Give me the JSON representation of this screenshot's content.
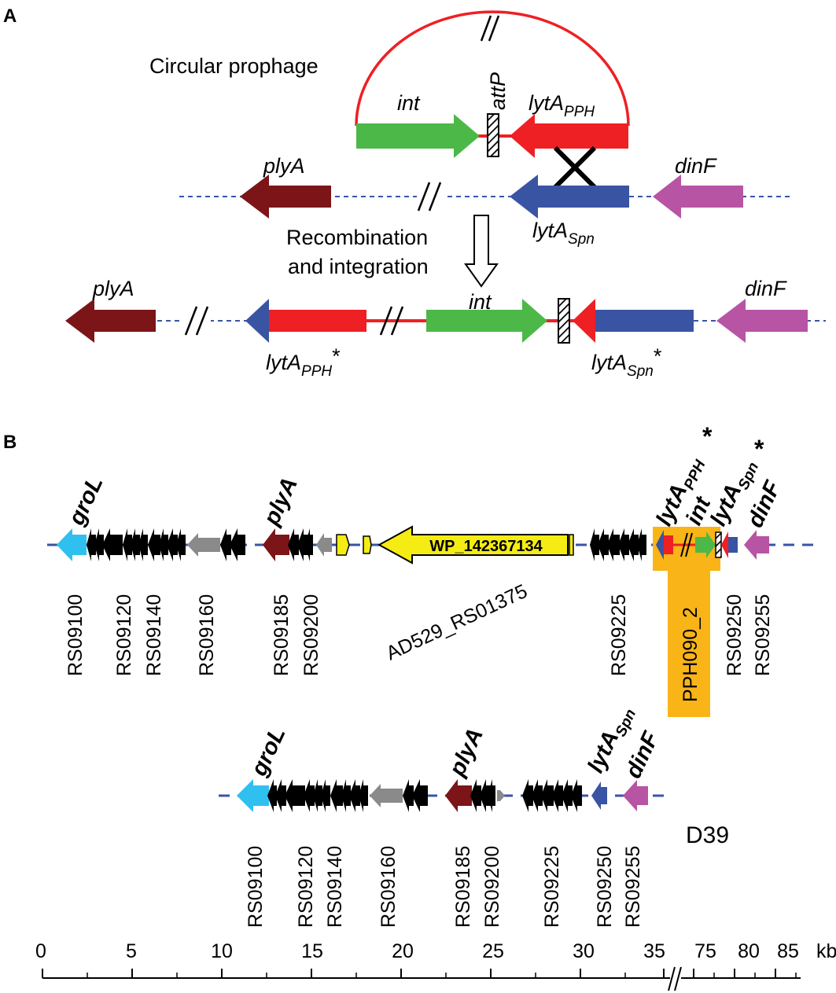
{
  "panel_a": {
    "panel_label": "A",
    "circular_label": "Circular prophage",
    "recomb_label_1": "Recombination",
    "recomb_label_2": "and integration",
    "genes": {
      "int": "int",
      "attP": "attP",
      "lytA": "lytA",
      "pph_sub": "PPH",
      "spn_sub": "Spn",
      "plyA": "plyA",
      "dinF": "dinF",
      "star": "*"
    },
    "colors": {
      "int": "#4cb848",
      "lytA_pph": "#ee2024",
      "lytA_spn": "#3a54a4",
      "plyA": "#7b1518",
      "dinF": "#b854a4",
      "backbone": "#3a54a4",
      "prophage_arc": "#ee2024"
    }
  },
  "panel_b": {
    "panel_label": "B",
    "strain_top": {
      "gene_labels": {
        "groL": "groL",
        "plyA": "plyA",
        "lytA": "lytA",
        "pph_sub": "PPH",
        "spn_sub": "Spn",
        "int": "int",
        "dinF": "dinF",
        "star": "*"
      },
      "wp_label": "WP_142367134",
      "long_locus": "AD529_RS01375",
      "phage_box_label": "PPH090_2",
      "loci": [
        "RS09100",
        "RS09120",
        "RS09140",
        "RS09160",
        "RS09185",
        "RS09200",
        "RS09225",
        "RS09250",
        "RS09255"
      ]
    },
    "strain_bottom": {
      "name": "D39",
      "gene_labels": {
        "groL": "groL",
        "plyA": "plyA",
        "lytA": "lytA",
        "spn_sub": "Spn",
        "dinF": "dinF"
      },
      "loci": [
        "RS09100",
        "RS09120",
        "RS09140",
        "RS09160",
        "RS09185",
        "RS09200",
        "RS09225",
        "RS09250",
        "RS09255"
      ]
    },
    "scale": {
      "ticks": [
        "0",
        "5",
        "10",
        "15",
        "20",
        "25",
        "30",
        "35",
        "75",
        "80",
        "85"
      ],
      "unit": "kb"
    },
    "colors": {
      "groL": "#2fc0ef",
      "hypothetical": "#000000",
      "grey": "#8a8a8a",
      "yellow": "#f5ec14",
      "phage_box": "#f9b418",
      "int": "#4cb848",
      "lytA_pph": "#ee2024",
      "lytA_spn": "#3a54a4",
      "plyA": "#7b1518",
      "dinF": "#b854a4",
      "backbone": "#3a54a4"
    }
  }
}
